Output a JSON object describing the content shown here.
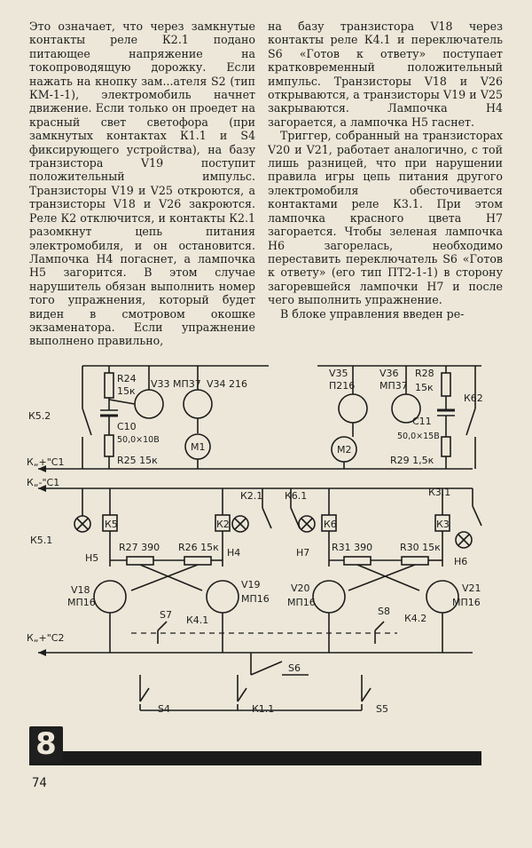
{
  "left_column": [
    "Это означает, что через замкнутые контакты реле К2.1 подано питающее напряжение на токопроводящую дорожку. Если нажать на кнопку зам...ателя S2 (тип КМ-1-1), электромобиль начнет движение. Если только он проедет на красный свет светофора (при замкнутых контактах К1.1 и S4 фиксирующего устройства), на базу транзистора V19 поступит положительный импульс. Транзисторы V19 и V25 откроются, а транзисторы V18 и V26 закроются. Реле К2 отключится, и контакты К2.1 разомкнут цепь питания электромобиля, и он остановится. Лампочка Н4 погаснет, а лампочка Н5 загорится. В этом случае нарушитель обязан выполнить номер того упражнения, который будет виден в смотровом окошке экзаменатора. Если упражнение выполнено правильно,"
  ],
  "right_column": [
    "на базу транзистора V18 через контакты реле К4.1 и переключатель S6 «Готов к ответу» поступает кратковременный положительный импульс. Транзисторы V18 и V26 открываются, а транзисторы V19 и V25 закрываются. Лампочка Н4 загорается, а лампочка Н5 гаснет.",
    "Триггер, собранный на транзисторах V20 и V21, работает аналогично, с той лишь разницей, что при нарушении правила игры цепь питания другого электромобиля обесточивается контактами реле К3.1. При этом лампочка красного цвета Н7 загорается. Чтобы зеленая лампочка Н6 загорелась, необходимо переставить переключатель S6 «Готов к ответу» (его тип ПТ2-1-1) в сторону загоревшейся лампочки Н7 и после чего выполнить упражнение.",
    "В блоке управления введен ре-"
  ],
  "schematic": {
    "labels": {
      "r24": "R24",
      "r24_val": "15к",
      "v33": "V33 МП37",
      "v34": "V34 216",
      "k52": "К5.2",
      "c10": "С10",
      "c10_val": "50,0×10В",
      "r25": "R25 15к",
      "m1": "М1",
      "v35": "V35",
      "v35_type": "П216",
      "v36": "V36",
      "v36_type": "МП37",
      "r28": "R28",
      "r28_val": "15к",
      "k62": "К62",
      "c11": "С11",
      "c11_val": "50,0×15В",
      "m2": "М2",
      "r29": "R29 1,5к",
      "c1p": "К„+\"С1",
      "c1m": "К„-\"С1",
      "k21": "К2.1",
      "k61": "К6.1",
      "k31": "К3.1",
      "k51": "К5.1",
      "h5": "Н5",
      "k5": "К5",
      "k2": "К2",
      "h4": "Н4",
      "h7": "Н7",
      "k6": "К6",
      "k3": "К3",
      "h6": "Н6",
      "r27": "R27 390",
      "r26": "R26 15к",
      "r31": "R31 390",
      "r30": "R30 15к",
      "v18": "V18",
      "v18_type": "МП16",
      "v19": "V19",
      "v19_type": "МП16",
      "v20": "V20",
      "v20_type": "МП16",
      "v21": "V21",
      "v21_type": "МП16",
      "s7": "S7",
      "k41": "К4.1",
      "s8": "S8",
      "k42": "К4.2",
      "c2p": "К„+\"С2",
      "s6": "S6",
      "s4": "S4",
      "k11": "К1.1",
      "s5": "S5"
    }
  },
  "section_number": "8",
  "page_number": "74"
}
